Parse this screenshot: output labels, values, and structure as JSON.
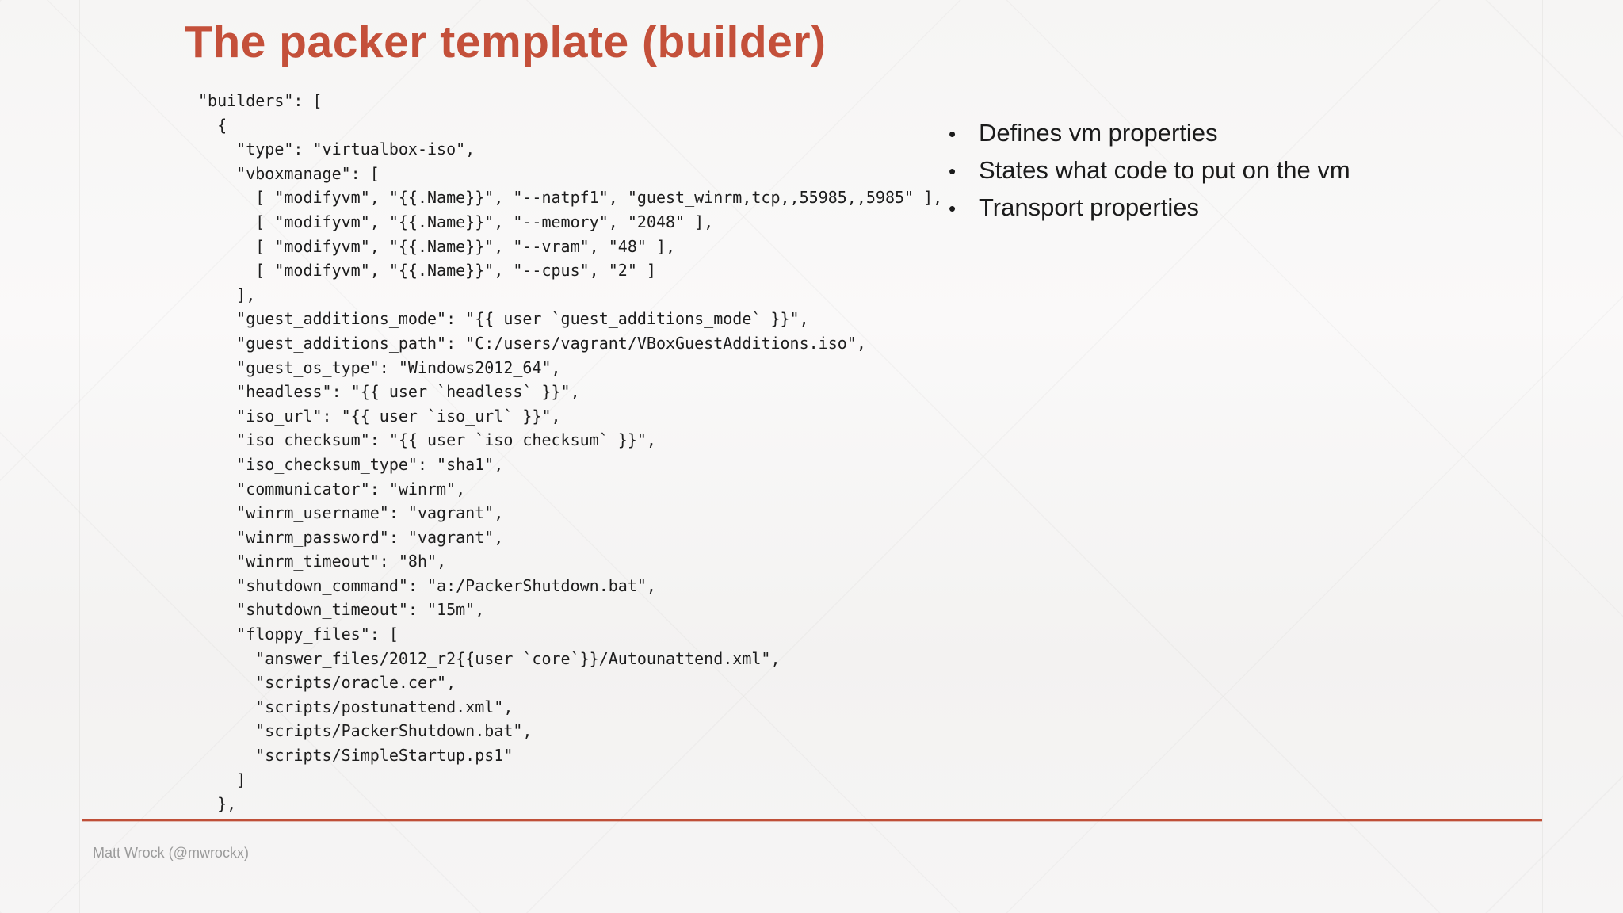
{
  "slide": {
    "title": "The packer template (builder)",
    "accent_color": "#c4503a",
    "code_color": "#1d1d1d",
    "footer_color": "#9b9b9b",
    "bullet_glyph": "•",
    "code_lines": [
      "\"builders\": [",
      "  {",
      "    \"type\": \"virtualbox-iso\",",
      "    \"vboxmanage\": [",
      "      [ \"modifyvm\", \"{{.Name}}\", \"--natpf1\", \"guest_winrm,tcp,,55985,,5985\" ],",
      "      [ \"modifyvm\", \"{{.Name}}\", \"--memory\", \"2048\" ],",
      "      [ \"modifyvm\", \"{{.Name}}\", \"--vram\", \"48\" ],",
      "      [ \"modifyvm\", \"{{.Name}}\", \"--cpus\", \"2\" ]",
      "    ],",
      "    \"guest_additions_mode\": \"{{ user `guest_additions_mode` }}\",",
      "    \"guest_additions_path\": \"C:/users/vagrant/VBoxGuestAdditions.iso\",",
      "    \"guest_os_type\": \"Windows2012_64\",",
      "    \"headless\": \"{{ user `headless` }}\",",
      "    \"iso_url\": \"{{ user `iso_url` }}\",",
      "    \"iso_checksum\": \"{{ user `iso_checksum` }}\",",
      "    \"iso_checksum_type\": \"sha1\",",
      "    \"communicator\": \"winrm\",",
      "    \"winrm_username\": \"vagrant\",",
      "    \"winrm_password\": \"vagrant\",",
      "    \"winrm_timeout\": \"8h\",",
      "    \"shutdown_command\": \"a:/PackerShutdown.bat\",",
      "    \"shutdown_timeout\": \"15m\",",
      "    \"floppy_files\": [",
      "      \"answer_files/2012_r2{{user `core`}}/Autounattend.xml\",",
      "      \"scripts/oracle.cer\",",
      "      \"scripts/postunattend.xml\",",
      "      \"scripts/PackerShutdown.bat\",",
      "      \"scripts/SimpleStartup.ps1\"",
      "    ]",
      "  },"
    ],
    "bullets": [
      "Defines vm properties",
      "States what code to put on the vm",
      "Transport properties"
    ],
    "footer": "Matt Wrock (@mwrockx)"
  }
}
